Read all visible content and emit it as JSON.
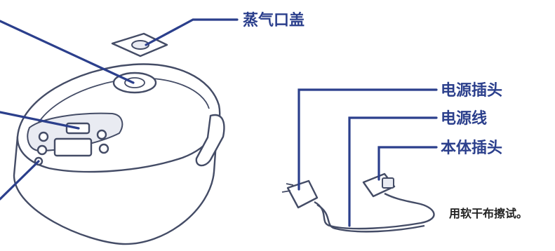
{
  "labels": {
    "steam_cap": "蒸气口盖",
    "power_plug": "电源插头",
    "power_cord": "电源线",
    "body_plug": "本体插头"
  },
  "note": "用软干布擦试。",
  "colors": {
    "callout_text": "#2b3f8c",
    "leader_line": "#2b3f8c",
    "outline": "#444c66"
  }
}
